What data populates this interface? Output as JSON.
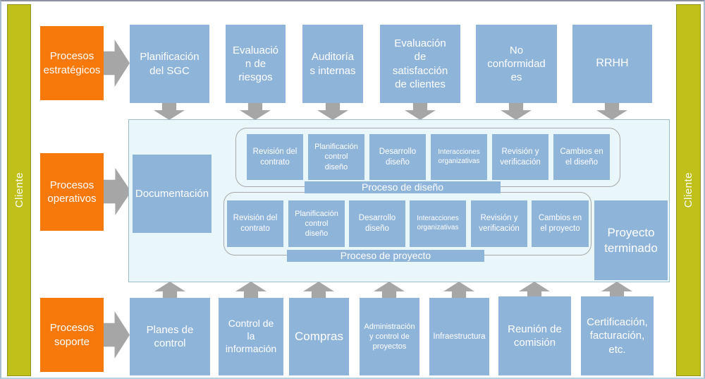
{
  "client_bars": {
    "left": "Cliente",
    "right": "Cliente"
  },
  "groups": [
    "Procesos\nestratégicos",
    "Procesos\noperativos",
    "Procesos\nsoporte"
  ],
  "top_row": [
    "Planificación\ndel SGC",
    "Evaluació\nn de\nriesgos",
    "Auditoría\ns internas",
    "Evaluación\nde\nsatisfacción\nde clientes",
    "No\nconformidad\nes",
    "RRHH"
  ],
  "middle": {
    "documentacion": "Documentación",
    "diseno": {
      "label": "Proceso de diseño",
      "steps": [
        "Revisión del\ncontrato",
        "Planificación\ncontrol\ndiseño",
        "Desarrollo\ndiseño",
        "Interacciones\norganizativas",
        "Revisión y\nverificación",
        "Cambios en\nel diseño"
      ]
    },
    "proyecto": {
      "label": "Proceso de proyecto",
      "steps": [
        "Revisión del\ncontrato",
        "Planificación\ncontrol\ndiseño",
        "Desarrollo\ndiseño",
        "Interacciones\norganizativas",
        "Revisión y\nverificación",
        "Cambios en\nel proyecto"
      ]
    },
    "resultado": "Proyecto\nterminado"
  },
  "bottom_row": [
    "Planes de\ncontrol",
    "Control de\nla\ninformación",
    "Compras",
    "Administración\ny control de\nproyectos",
    "Infraestructura",
    "Reunión de\ncomisión",
    "Certificación,\nfacturación,\netc."
  ],
  "colors": {
    "orange": "#f8790b",
    "blue": "#8fb4d9",
    "olive": "#bfc11a",
    "panel_bg": "#e9f7fa",
    "arrow_gray": "#a6a6a6",
    "text": "#ffffff"
  }
}
